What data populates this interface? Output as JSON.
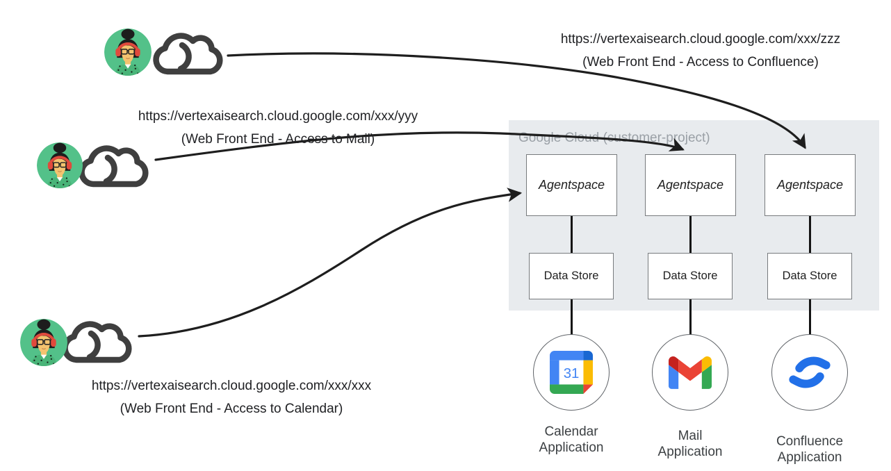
{
  "panel": {
    "title": "Google Cloud (customer-project)"
  },
  "annotations": [
    {
      "url": "https://vertexaisearch.cloud.google.com/xxx/zzz",
      "caption": "(Web Front End - Access to Confluence)"
    },
    {
      "url": "https://vertexaisearch.cloud.google.com/xxx/yyy",
      "caption": "(Web Front End - Access to Mail)"
    },
    {
      "url": "https://vertexaisearch.cloud.google.com/xxx/xxx",
      "caption": "(Web Front End - Access to Calendar)"
    }
  ],
  "columns": [
    {
      "engine": "Agentspace",
      "datastore": "Data Store",
      "app_line1": "Calendar",
      "app_line2": "Application",
      "icon": "google-calendar-icon",
      "calendar_day": "31"
    },
    {
      "engine": "Agentspace",
      "datastore": "Data Store",
      "app_line1": "Mail",
      "app_line2": "Application",
      "icon": "gmail-icon"
    },
    {
      "engine": "Agentspace",
      "datastore": "Data Store",
      "app_line1": "Confluence",
      "app_line2": "Application",
      "icon": "confluence-icon"
    }
  ],
  "icons": {
    "user_avatar": "woman-headphones-avatar-icon",
    "cloud": "cloud-outline-icon",
    "calendar": "google-calendar-icon",
    "mail": "gmail-icon",
    "confluence": "confluence-icon"
  },
  "colors": {
    "panel_bg": "#e8ebee",
    "panel_title": "#9aa0a6",
    "box_border": "#777a7d",
    "arrow": "#1e1e1e",
    "avatar_green": "#53c189",
    "headphones_red": "#e04a3c",
    "google_blue": "#4285f4",
    "google_dark_blue": "#1967d2",
    "google_red": "#ea4335",
    "google_dark_red": "#c5221f",
    "google_yellow": "#fbbc04",
    "google_green": "#34a853",
    "confluence_blue": "#2270e8"
  }
}
